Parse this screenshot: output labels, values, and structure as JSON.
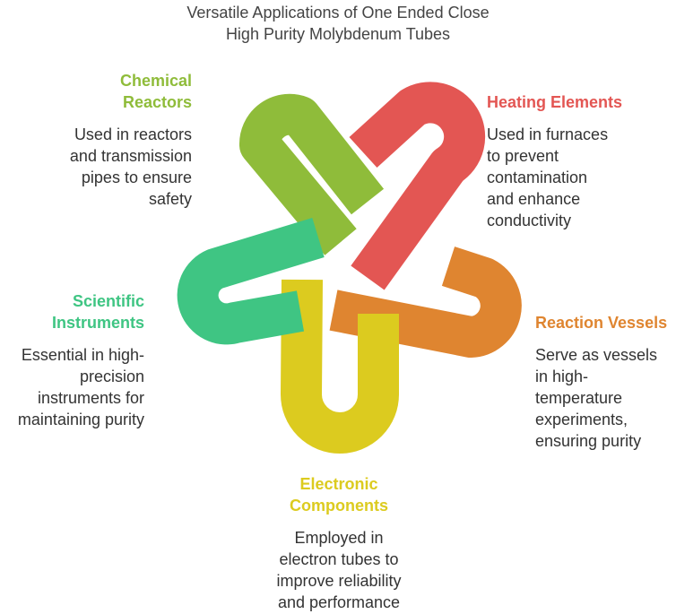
{
  "title_lines": [
    "Versatile Applications of One Ended Close",
    "High Purity Molybdenum Tubes"
  ],
  "colors": {
    "chemical": "#8fbc3a",
    "heating": "#e35653",
    "reaction": "#df8530",
    "electronic": "#dccb1f",
    "scientific": "#3fc583"
  },
  "items": {
    "chemical": {
      "head": [
        "Chemical",
        "Reactors"
      ],
      "desc": [
        "Used in reactors",
        "and transmission",
        "pipes to ensure",
        "safety"
      ]
    },
    "heating": {
      "head": [
        "Heating Elements"
      ],
      "desc": [
        "Used in furnaces",
        "to prevent",
        "contamination",
        "and enhance",
        "conductivity"
      ]
    },
    "reaction": {
      "head": [
        "Reaction Vessels"
      ],
      "desc": [
        "Serve as vessels",
        "in high-",
        "temperature",
        "experiments,",
        "ensuring purity"
      ]
    },
    "electronic": {
      "head": [
        "Electronic",
        "Components"
      ],
      "desc": [
        "Employed in",
        "electron tubes to",
        "improve reliability",
        "and performance"
      ]
    },
    "scientific": {
      "head": [
        "Scientific",
        "Instruments"
      ],
      "desc": [
        "Essential in high-",
        "precision",
        "instruments for",
        "maintaining purity"
      ]
    }
  }
}
